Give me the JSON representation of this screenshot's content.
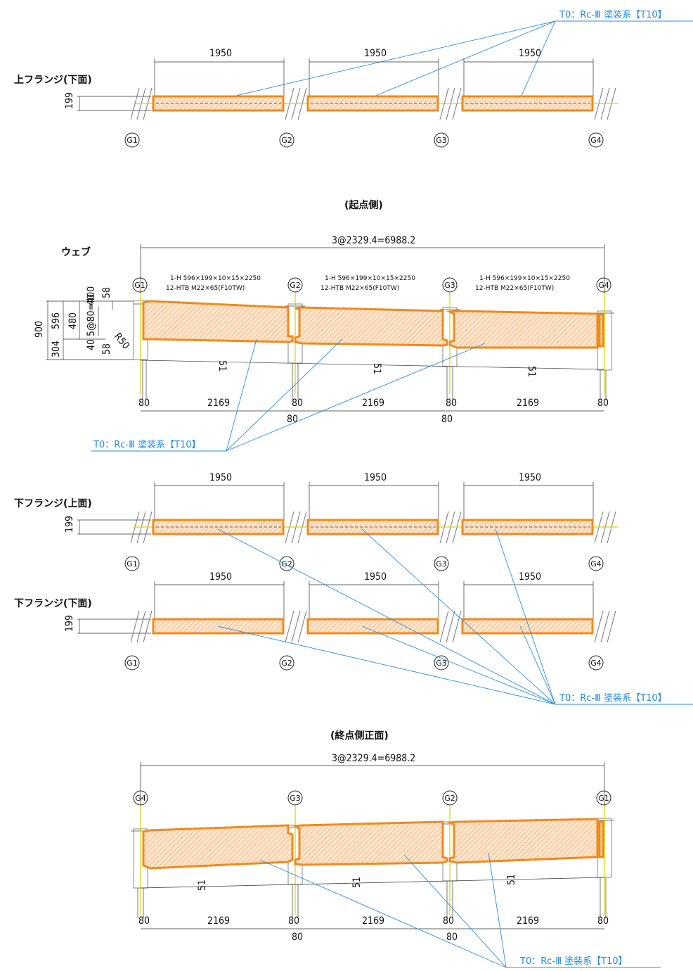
{
  "paint_label": "T0：Rc-Ⅲ 塗装系【T10】",
  "sections": {
    "top_flange_title": "上フランジ(下面)",
    "start_title": "(起点側)",
    "web_title": "ウェブ",
    "bottom_flange_top_title": "下フランジ(上面)",
    "bottom_flange_bottom_title": "下フランジ(下面)",
    "end_title": "(終点側正面)"
  },
  "girders": [
    "G1",
    "G2",
    "G3",
    "G4"
  ],
  "girders_reversed": [
    "G4",
    "G3",
    "G2",
    "G1"
  ],
  "dims": {
    "flange_span": "1950",
    "flange_width": "199",
    "overall": "3@2329.4=6988.2",
    "web_span": "2169",
    "edge": "80",
    "height_900": "900",
    "height_596": "596",
    "height_304": "304",
    "height_480": "480",
    "pitch": "5@80=400",
    "d40a": "40",
    "d40b": "40",
    "d58a": "58",
    "d58b": "58",
    "r50": "R50",
    "d51": "51"
  },
  "splice_notes": {
    "line1": "1-H 596×199×10×15×2250",
    "line2": "12-HTB M22×65(F10TW)"
  },
  "colors": {
    "plate_outline": "#f08a1c",
    "hatch": "#f6b77a",
    "leader": "#2a8ee8",
    "label": "#1e88e5"
  }
}
